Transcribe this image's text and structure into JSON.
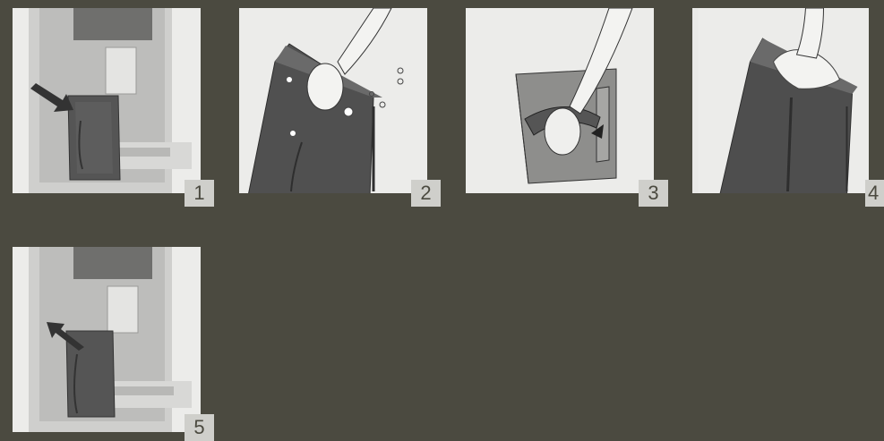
{
  "steps": [
    {
      "number": "1",
      "illustration": "remove-water-tank"
    },
    {
      "number": "2",
      "illustration": "rinse-tank-with-water"
    },
    {
      "number": "3",
      "illustration": "scrub-tank-inside"
    },
    {
      "number": "4",
      "illustration": "dry-tank-with-cloth"
    },
    {
      "number": "5",
      "illustration": "insert-water-tank"
    }
  ],
  "colors": {
    "background": "#4b4a40",
    "panel": "#e9e9e7",
    "badge": "#cfcfcb",
    "tank": "#555555"
  }
}
